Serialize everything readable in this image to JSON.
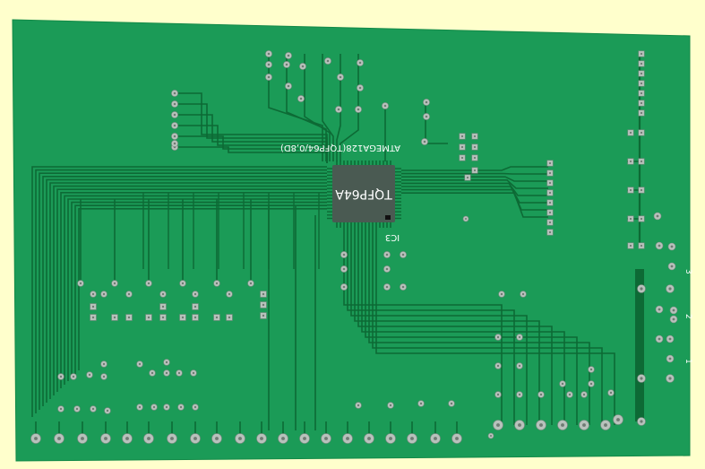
{
  "colors": {
    "background": "#ffffcc",
    "board": "#1b9b57",
    "board_edge": "#138a48",
    "trace": "#0d6a35",
    "pad": "#b8c2bc",
    "chip": "#4a5a52",
    "silk": "#ffffff"
  },
  "chip": {
    "label_top": "ATMEGA128(TQFP64/0,8D)",
    "body_text": "TQFP64A",
    "designator": "IC3"
  },
  "edge_labels": [
    "3",
    "2",
    "1"
  ]
}
